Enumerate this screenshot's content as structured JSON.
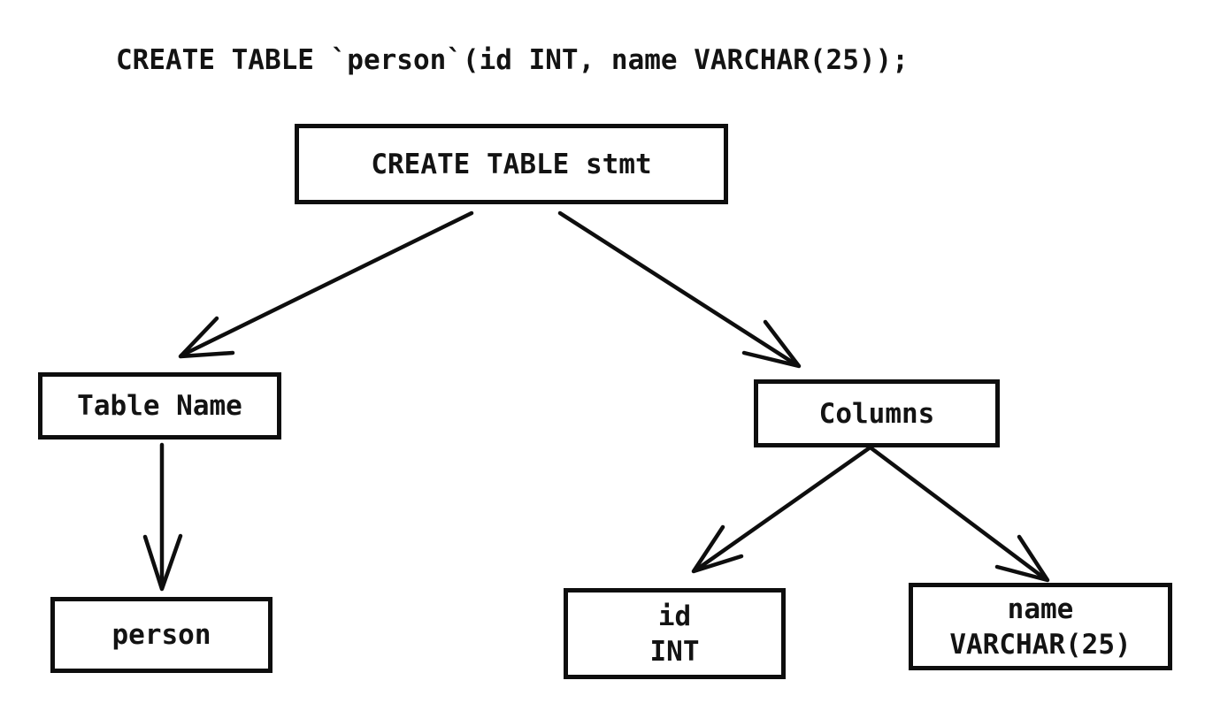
{
  "page": {
    "background_color": "#ffffff",
    "ink_color": "#0e0e0e"
  },
  "source_code": {
    "text": "CREATE TABLE `person`(id INT, name VARCHAR(25));"
  },
  "parse_tree": {
    "nodes": {
      "stmt": {
        "label": "CREATE TABLE stmt"
      },
      "table_name": {
        "label": "Table Name"
      },
      "columns": {
        "label": "Columns"
      },
      "person": {
        "label": "person"
      },
      "id_col": {
        "line1": "id",
        "line2": "INT"
      },
      "name_col": {
        "line1": "name",
        "line2": "VARCHAR(25)"
      }
    },
    "edges": [
      {
        "from": "CREATE TABLE stmt",
        "to": "Table Name"
      },
      {
        "from": "CREATE TABLE stmt",
        "to": "Columns"
      },
      {
        "from": "Table Name",
        "to": "person"
      },
      {
        "from": "Columns",
        "to": "id INT"
      },
      {
        "from": "Columns",
        "to": "name VARCHAR(25)"
      }
    ]
  }
}
